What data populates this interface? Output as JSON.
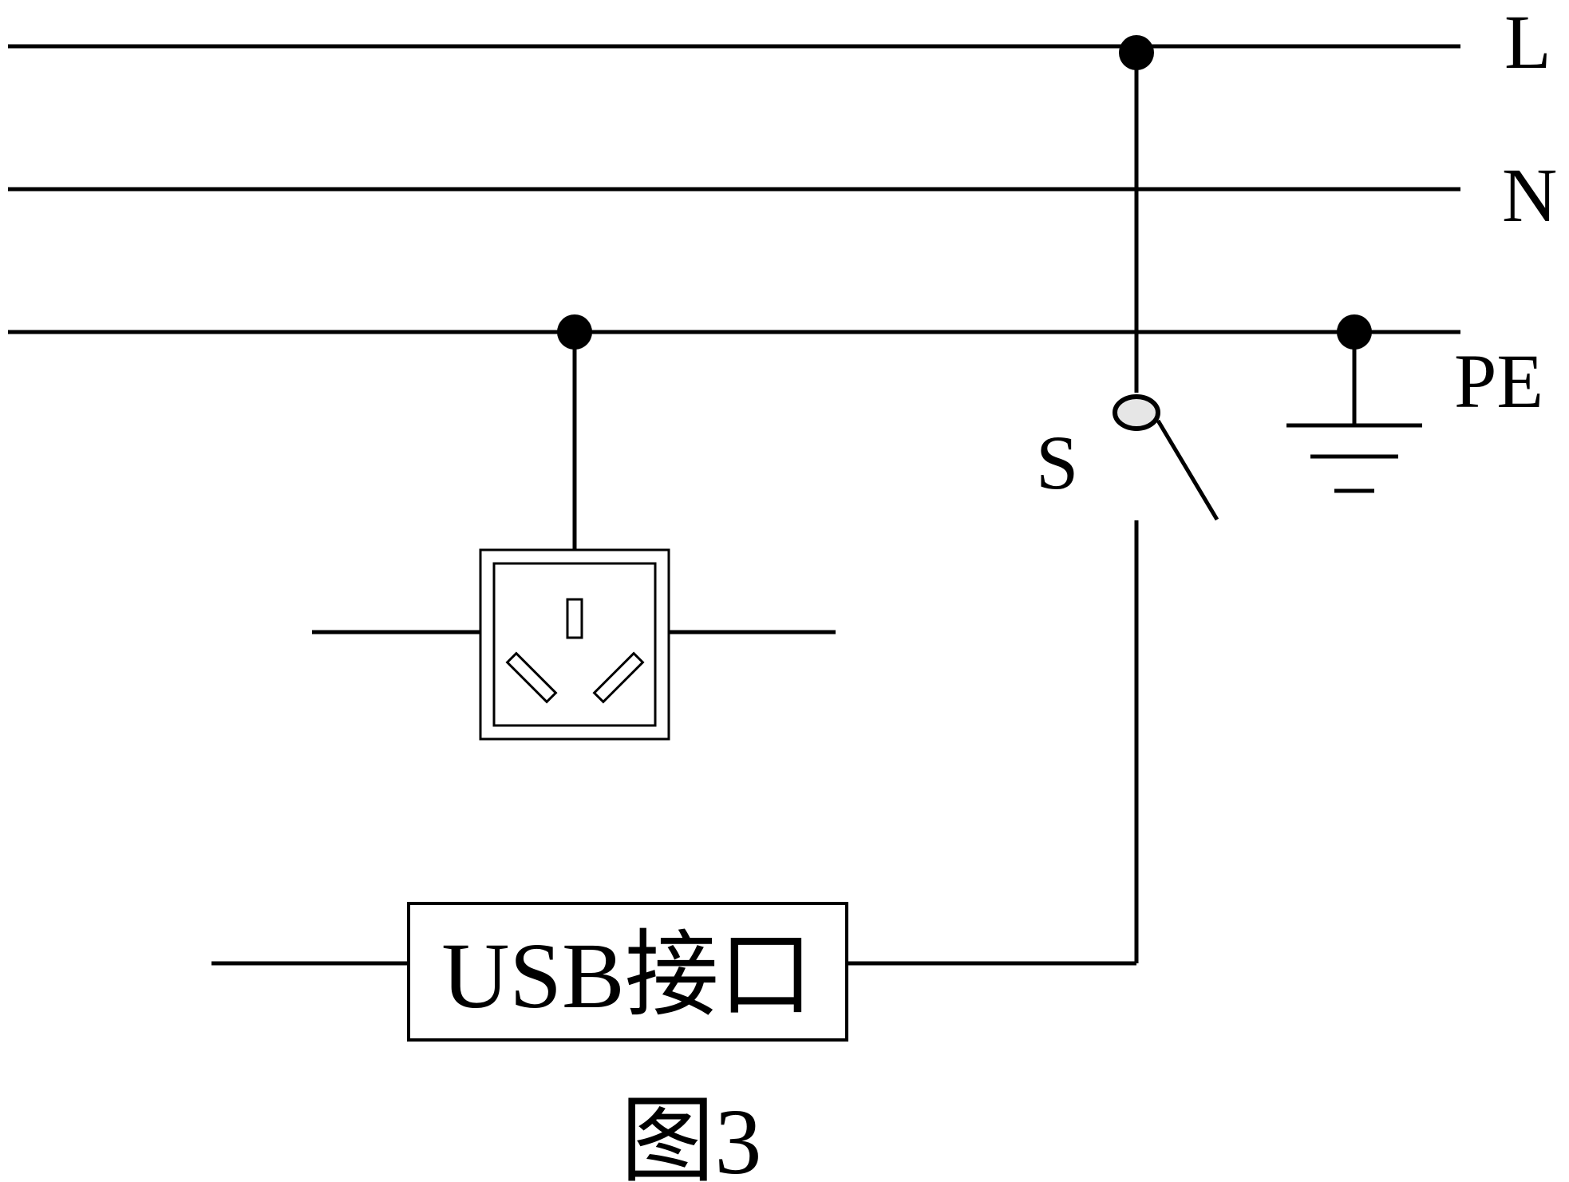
{
  "labels": {
    "line_l": "L",
    "line_n": "N",
    "line_pe": "PE",
    "switch": "S",
    "usb_box": "USB接口",
    "caption": "图3"
  },
  "colors": {
    "stroke": "#000000",
    "switch_contact_fill": "#e6e6e6"
  }
}
